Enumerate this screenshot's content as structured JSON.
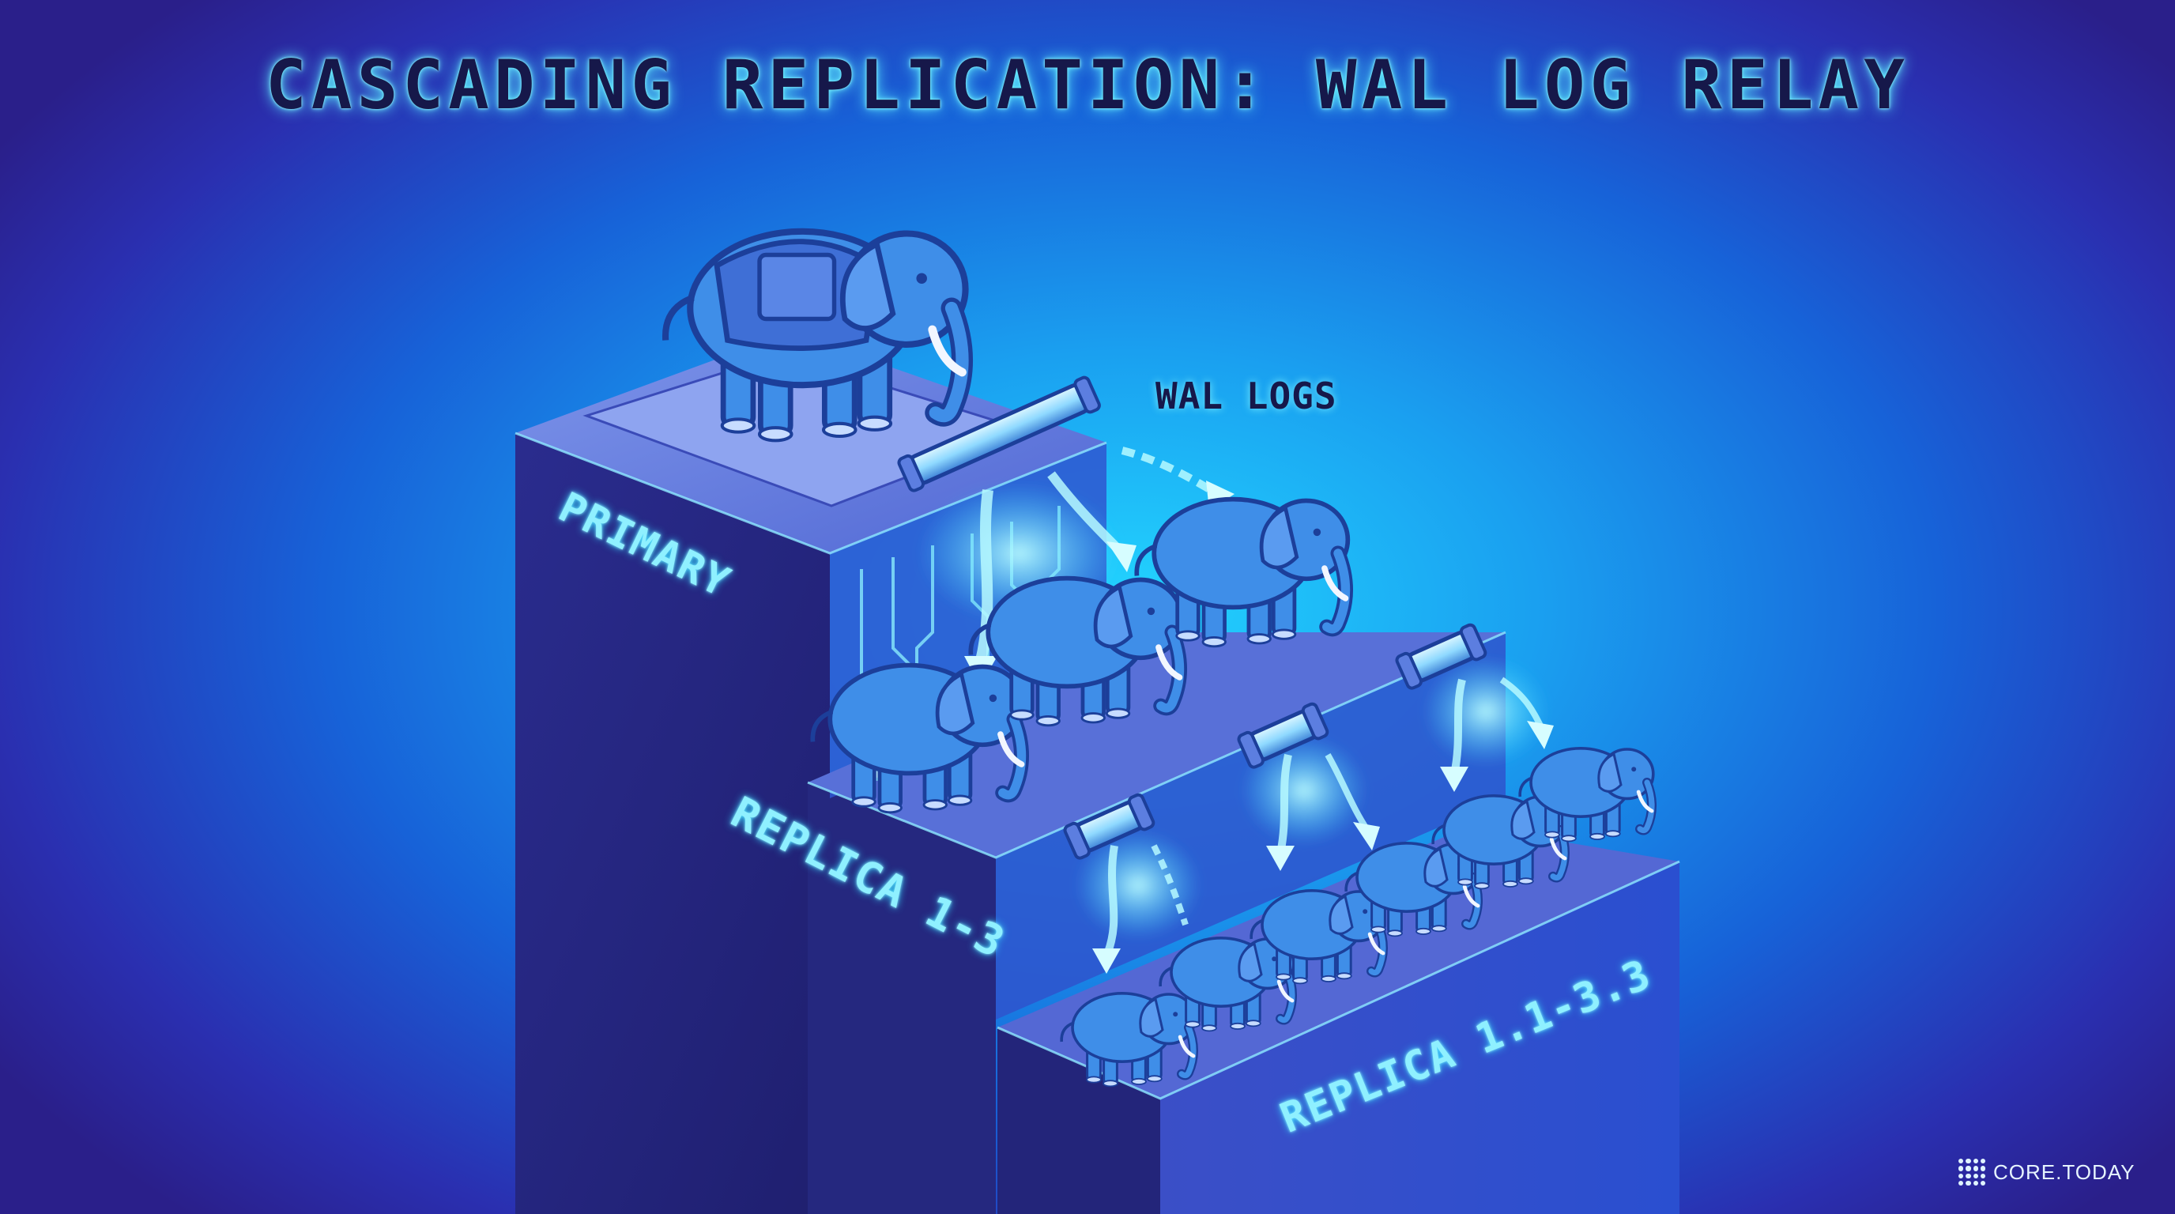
{
  "title": "CASCADING REPLICATION: WAL LOG RELAY",
  "wal_label": "WAL LOGS",
  "stages": {
    "primary": "PRIMARY",
    "tier1": "REPLICA 1-3",
    "tier2": "REPLICA 1.1-3.3"
  },
  "counts": {
    "primary": 1,
    "tier1": 3,
    "tier2": 6
  },
  "brand": "CORE.TODAY",
  "colors": {
    "elephant": "#3f8ee8",
    "elephant_dark": "#1c3f9a",
    "platform_front": "#2b2d93",
    "platform_top": "#5c6fd6",
    "glow": "#7ff0ff",
    "title_text": "#16184a"
  }
}
